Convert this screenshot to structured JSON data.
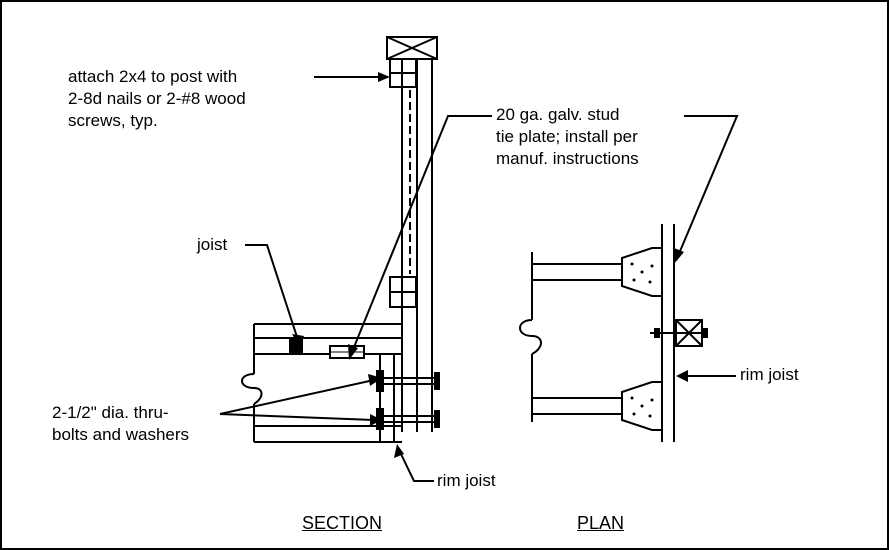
{
  "labels": {
    "attach_1": "attach 2x4 to post with",
    "attach_2": "2-8d nails or 2-#8 wood",
    "attach_3": "screws, typ.",
    "plate_1": "20 ga. galv. stud",
    "plate_2": "tie plate; install per",
    "plate_3": "manuf. instructions",
    "joist": "joist",
    "bolts_1": "2-1/2\" dia. thru-",
    "bolts_2": "bolts and washers",
    "rim_joist_section": "rim joist",
    "rim_joist_plan": "rim joist"
  },
  "titles": {
    "section": "SECTION",
    "plan": "PLAN"
  }
}
